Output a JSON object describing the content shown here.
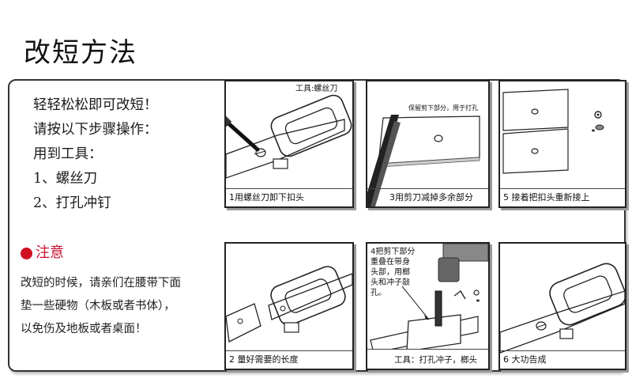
{
  "title": "改短方法",
  "intro": {
    "lines": [
      "轻轻松松即可改短！",
      "请按以下步骤操作：",
      "用到工具：",
      "1、螺丝刀",
      "2、打孔冲钉"
    ]
  },
  "note": {
    "heading": "注意",
    "lines": [
      "改短的时候，请亲们在腰带下面",
      "垫一些硬物（木板或者书体），",
      "以免伤及地板或者桌面！"
    ]
  },
  "panels": {
    "p1": {
      "caption": "1用螺丝刀卸下扣头",
      "tool": "工具:螺丝刀"
    },
    "p3": {
      "caption": "3用剪刀减掉多余部分",
      "tool": "保留剪下部分，用于打孔"
    },
    "p5": {
      "caption": "5 接着把扣头重新接上"
    },
    "p2": {
      "caption": "2 量好需要的长度"
    },
    "p4": {
      "caption": "工具：打孔冲子，榔头",
      "note_lines": [
        "4把剪下部分",
        "重叠在带身",
        "头部，用榔",
        "头和冲子敲",
        "孔。"
      ]
    },
    "p6": {
      "caption": "6 大功告成"
    }
  },
  "colors": {
    "accent": "#d01020",
    "frame": "#333333"
  }
}
